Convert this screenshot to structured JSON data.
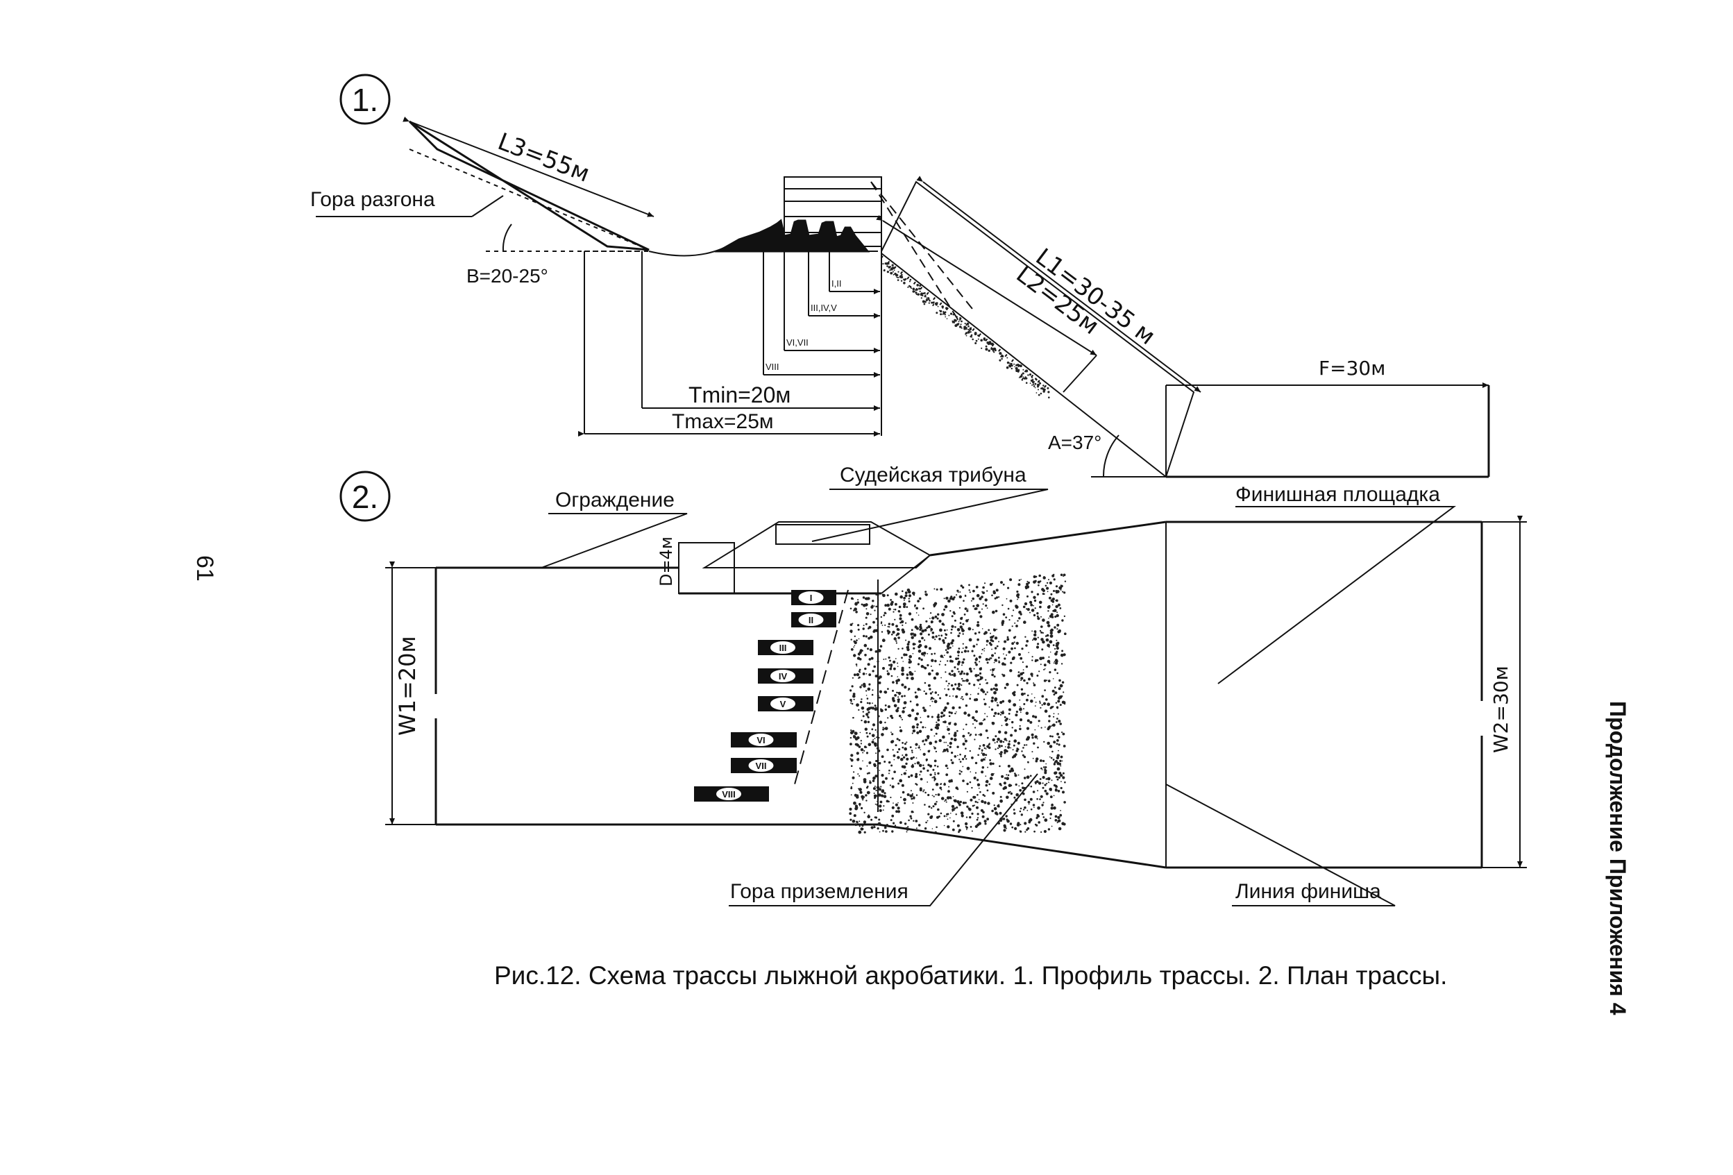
{
  "page_number": "61",
  "side_note": "Продолжение Приложения 4",
  "caption": "Рис.12.  Схема трассы лыжной акробатики. 1. Профиль трассы. 2. План трассы.",
  "profile": {
    "marker": "1.",
    "l3": "L3=55м",
    "inrun_label": "Гора разгона",
    "angle_b": "B=20-25°",
    "l1": "L1=30-35 м",
    "l2": "L2=25м",
    "f": "F=30м",
    "angle_a": "A=37°",
    "tmin": "Tmin=20м",
    "tmax": "Tmax=25м",
    "kicker_tags": [
      "I,II",
      "III,IV,V",
      "VI,VII",
      "VIII"
    ]
  },
  "plan": {
    "marker": "2.",
    "fence": "Ограждение",
    "judges": "Судейская трибуна",
    "finish_area": "Финишная площадка",
    "d": "D=4м",
    "w1": "W1=20м",
    "w2": "W2=30м",
    "landing_hill": "Гора приземления",
    "finish_line": "Линия финиша",
    "kickers": [
      "I",
      "II",
      "III",
      "IV",
      "V",
      "VI",
      "VII",
      "VIII"
    ]
  }
}
